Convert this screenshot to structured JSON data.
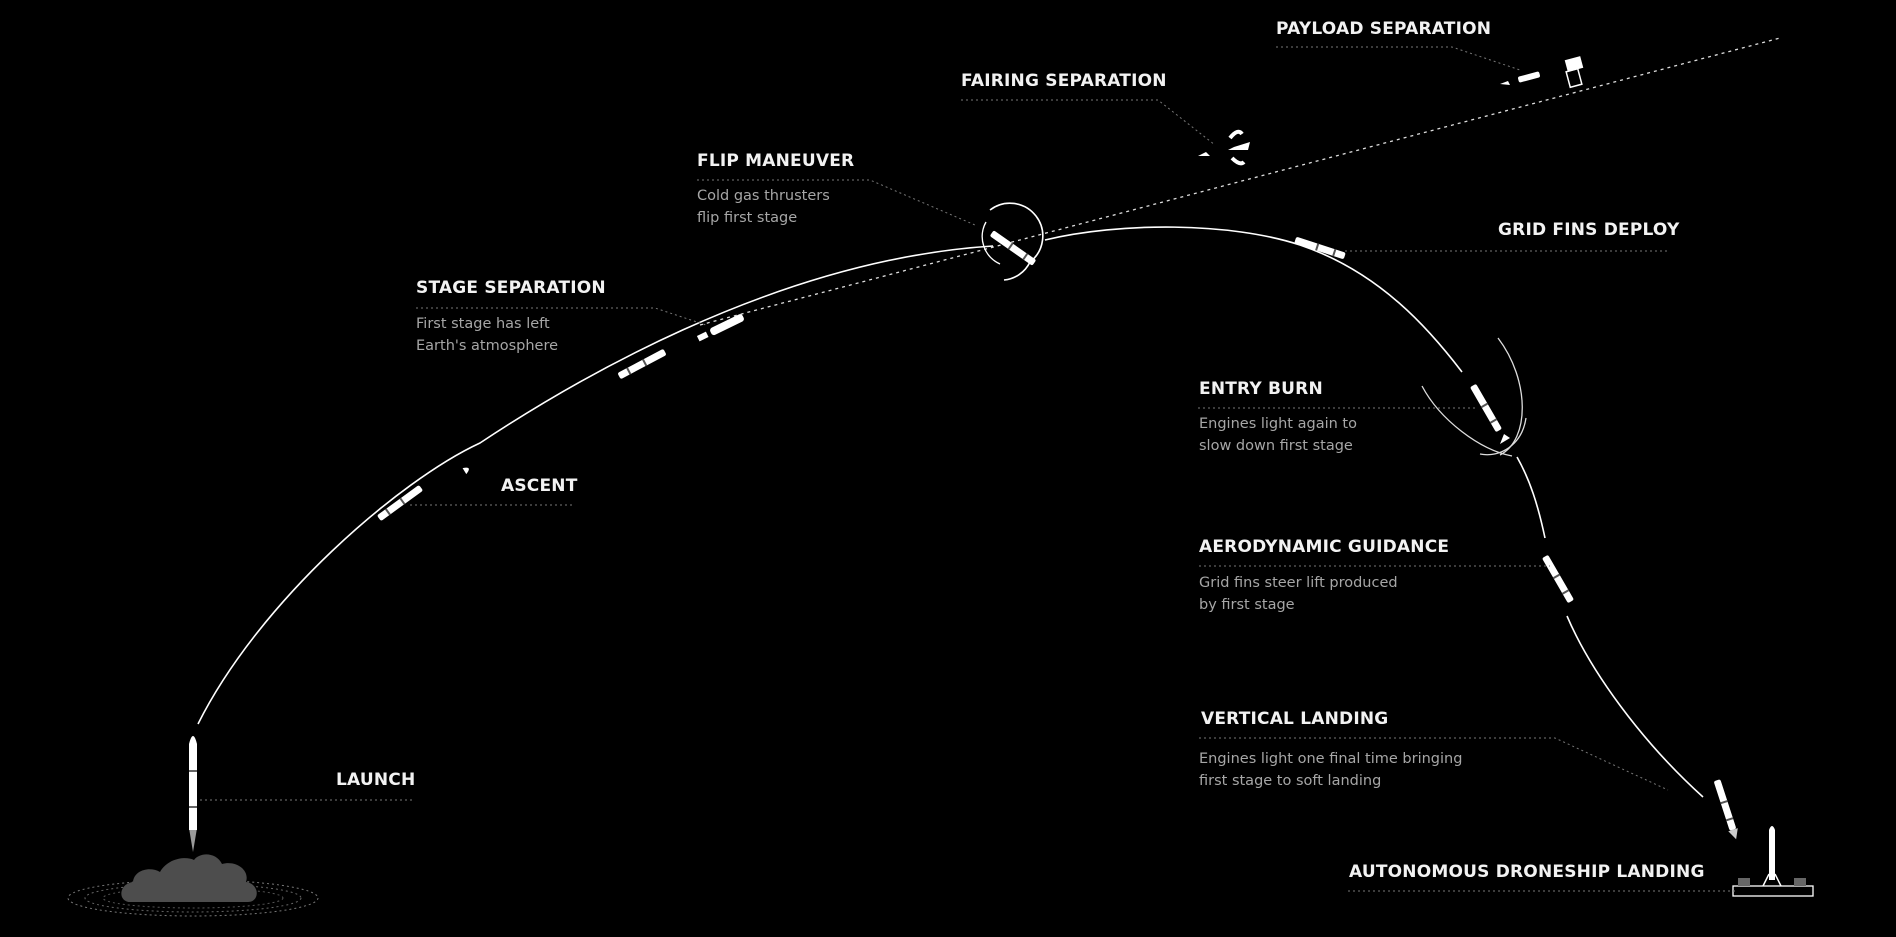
{
  "stages": {
    "launch": {
      "title": "LAUNCH"
    },
    "ascent": {
      "title": "ASCENT"
    },
    "stage_separation": {
      "title": "STAGE SEPARATION",
      "desc": [
        "First stage has left",
        "Earth's atmosphere"
      ]
    },
    "flip_maneuver": {
      "title": "FLIP MANEUVER",
      "desc": [
        "Cold gas thrusters",
        "flip first stage"
      ]
    },
    "fairing_separation": {
      "title": "FAIRING SEPARATION"
    },
    "payload_separation": {
      "title": "PAYLOAD SEPARATION"
    },
    "grid_fins_deploy": {
      "title": "GRID FINS DEPLOY"
    },
    "entry_burn": {
      "title": "ENTRY BURN",
      "desc": [
        "Engines light again to",
        "slow down first stage"
      ]
    },
    "aerodynamic_guidance": {
      "title": "AERODYNAMIC GUIDANCE",
      "desc": [
        "Grid fins steer lift produced",
        "by first stage"
      ]
    },
    "vertical_landing": {
      "title": "VERTICAL LANDING",
      "desc": [
        "Engines light one final time bringing",
        "first stage to soft landing"
      ]
    },
    "droneship_landing": {
      "title": "AUTONOMOUS DRONESHIP LANDING"
    }
  }
}
